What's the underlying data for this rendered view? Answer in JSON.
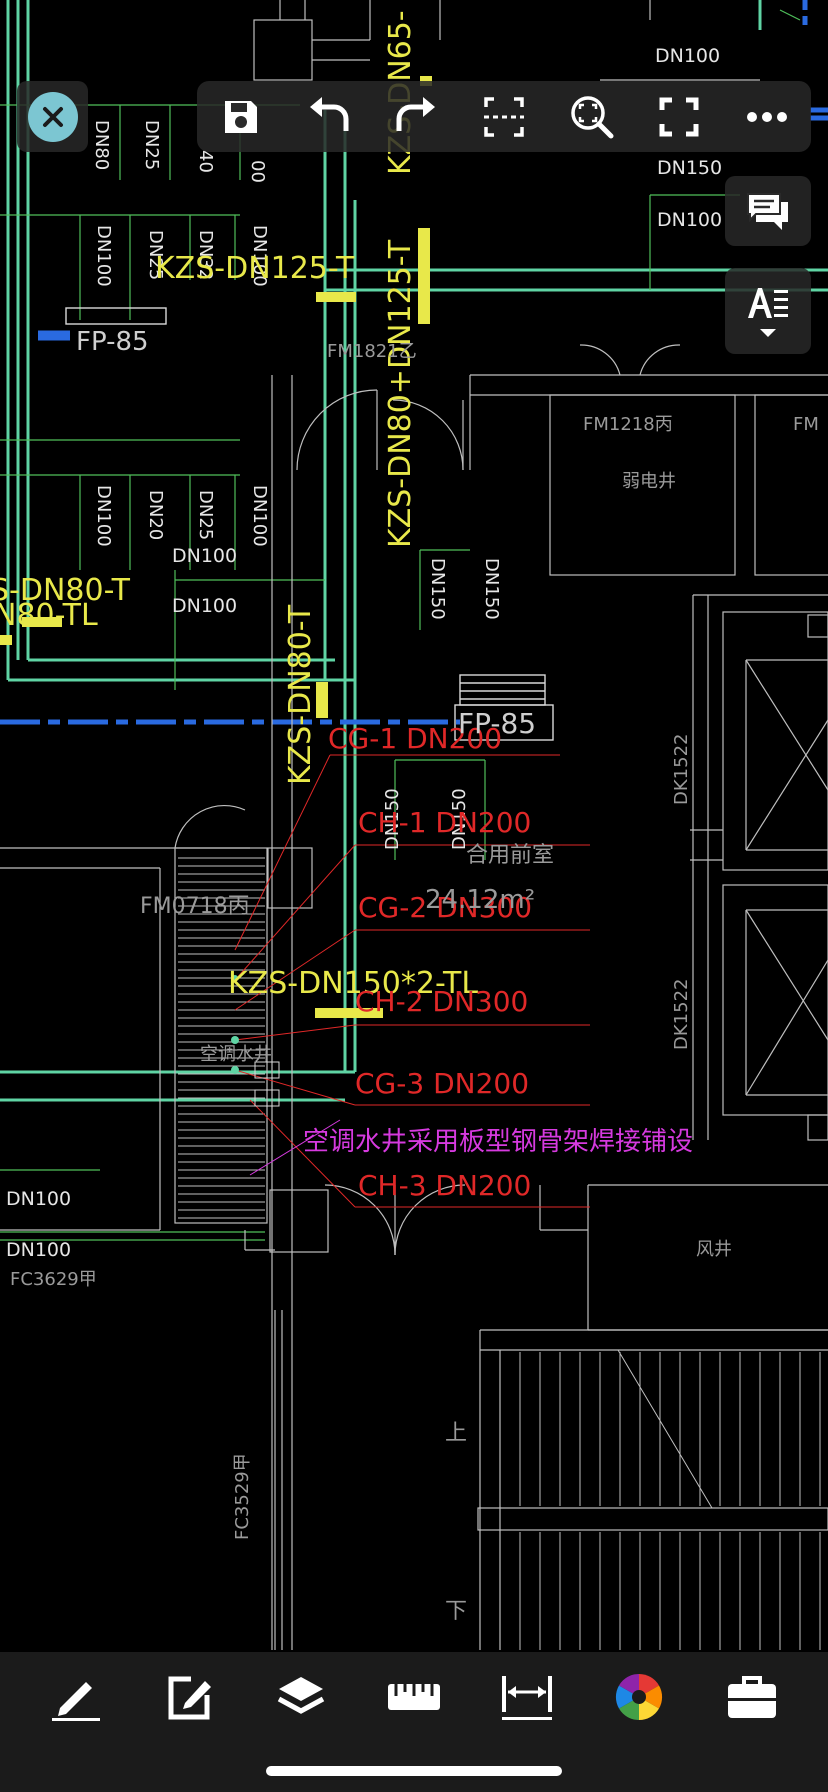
{
  "drawing": {
    "labels_white": {
      "dn100_top_right": "DN100",
      "dn150_right": "DN150",
      "dn100_box": "DN100",
      "dn100_mid_a": "DN100",
      "dn100_mid_b": "DN100",
      "dn100_bottom_a": "DN100",
      "dn100_bottom_b": "DN100",
      "v_dn80": "DN80",
      "v_dn25_a": "DN25",
      "v_40": "40",
      "v_00": "00",
      "v_dn100_a": "DN100",
      "v_dn25_b": "DN25",
      "v_dn32": "DN32",
      "v_dn100_b": "DN100",
      "v_dn100_c": "DN100",
      "v_dn20": "DN20",
      "v_dn25_c": "DN25",
      "v_dn100_d": "DN100",
      "v_dn150_a": "DN150",
      "v_dn150_b": "DN150",
      "v_dn150_c": "DN150",
      "v_dn150_d": "DN150"
    },
    "labels_yellow": {
      "kzs_dn125_t": "KZS-DN125-T",
      "kzs_dn80_dn125_t": "KZS-DN80+DN125-T",
      "kzs_dn65": "KZS-DN65-",
      "dn80_t": "S-DN80-T",
      "n80_tl": "N80-TL",
      "kzs_dn80_t_v": "KZS-DN80-T",
      "kzs_dn150x2_tl": "KZS-DN150*2-TL"
    },
    "labels_red": {
      "cg1": "CG-1   DN200",
      "ch1": "CH-1  DN200",
      "cg2": "CG-2   DN300",
      "ch2": "CH-2 DN300",
      "cg3": "CG-3 DN200",
      "ch3": "CH-3 DN200"
    },
    "labels_gray": {
      "fp85_a": "FP-85",
      "fp85_b": "FP-85",
      "fm1821": "FM1821乙",
      "fm1218": "FM1218丙",
      "fm_right": "FM",
      "weak_shaft": "弱电井",
      "dk1522_a": "DK1522",
      "dk1522_b": "DK1522",
      "shared_lobby": "合用前室",
      "area": "24.12m²",
      "fm0718": "FM0718丙",
      "ac_shaft": "空调水井",
      "fc3629": "FC3629甲",
      "wind_shaft": "风井",
      "up": "上",
      "down": "下",
      "fc3529": "FC3529甲"
    },
    "note_magenta": "空调水井采用板型钢骨架焊接铺设"
  },
  "toolbar": {
    "buttons": [
      "close-icon",
      "save-icon",
      "undo-icon",
      "redo-icon",
      "region-select-icon",
      "zoom-window-icon",
      "fullscreen-icon",
      "more-icon"
    ]
  },
  "side": {
    "buttons": [
      "comments-icon",
      "text-style-icon"
    ]
  },
  "bottom": {
    "buttons": [
      "pencil-icon",
      "edit-icon",
      "layers-icon",
      "ruler-icon",
      "dimension-icon",
      "color-wheel-icon",
      "toolbox-icon"
    ]
  },
  "colors": {
    "pipe_green": "#5fd4a4",
    "pipe_blue": "#2a6ae0",
    "yellow": "#e8e84a",
    "red": "#e02828",
    "magenta": "#d63adf",
    "gray": "#9a9a9a",
    "accent": "#7cc6d2"
  }
}
